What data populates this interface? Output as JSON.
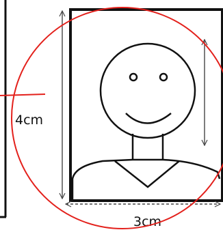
{
  "labels": {
    "height": "4cm",
    "width": "3cm"
  },
  "colors": {
    "ink": "#111111",
    "overlay_circle": "#e3201b",
    "overlay_tick": "#e3201b",
    "dimension_line": "#444444",
    "background": "#ffffff"
  },
  "icons": {
    "face": "smiley-portrait-icon",
    "frame": "photo-frame-outline"
  }
}
